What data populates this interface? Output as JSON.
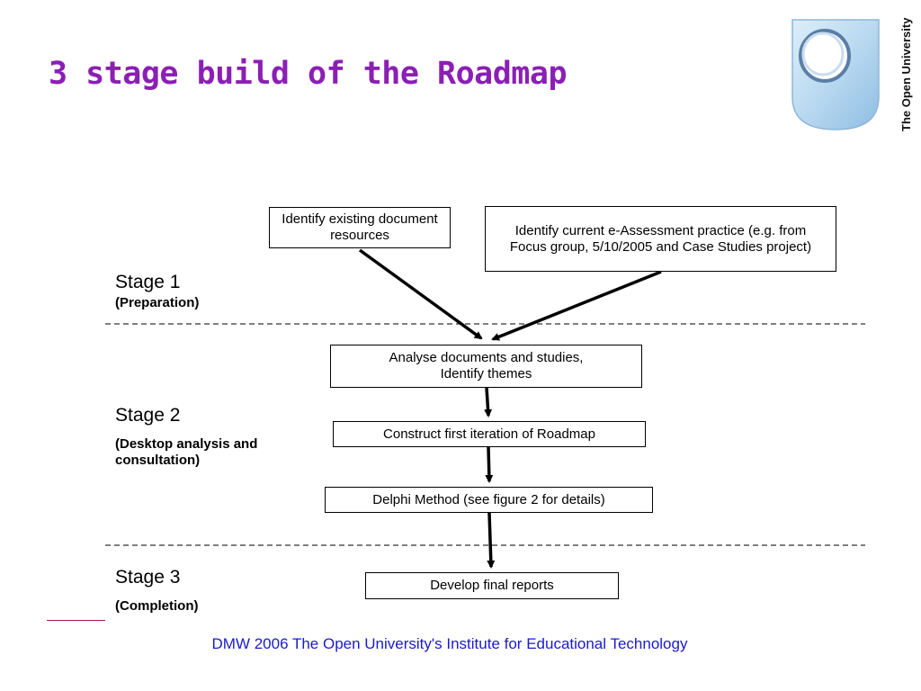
{
  "slide": {
    "title": "3 stage build of the Roadmap",
    "logo_text": "The Open University",
    "footer": "DMW 2006 The Open University's Institute for Educational Technology"
  },
  "stages": [
    {
      "name": "Stage 1",
      "desc": "(Preparation)"
    },
    {
      "name": "Stage 2",
      "desc": "(Desktop analysis and consultation)"
    },
    {
      "name": "Stage 3",
      "desc": "(Completion)"
    }
  ],
  "boxes": {
    "identify_resources": "Identify existing document resources",
    "identify_practice": "Identify current e-Assessment practice (e.g. from Focus group, 5/10/2005 and Case Studies project)",
    "analyse": "Analyse documents and studies, Identify themes",
    "construct": "Construct first iteration of Roadmap",
    "delphi": "Delphi Method (see figure 2 for details)",
    "develop": "Develop final reports"
  },
  "colors": {
    "title": "#8b1fb5",
    "footer": "#1a1ad0",
    "logo_blue": "#a9cdea"
  }
}
